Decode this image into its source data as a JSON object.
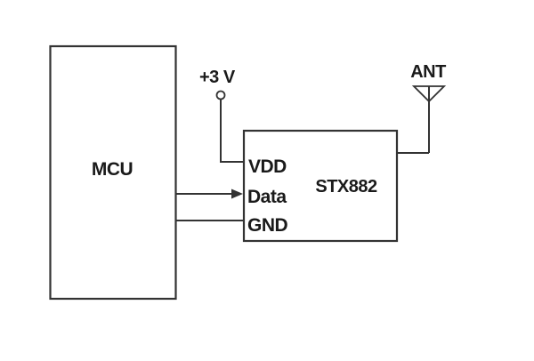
{
  "colors": {
    "background": "#ffffff",
    "line": "#333333",
    "text": "#1a1a1a"
  },
  "mcu": {
    "label": "MCU"
  },
  "stx882": {
    "label": "STX882",
    "pins": {
      "vdd": "VDD",
      "data": "Data",
      "gnd": "GND"
    }
  },
  "power": {
    "label": "+3 V"
  },
  "antenna": {
    "label": "ANT"
  }
}
